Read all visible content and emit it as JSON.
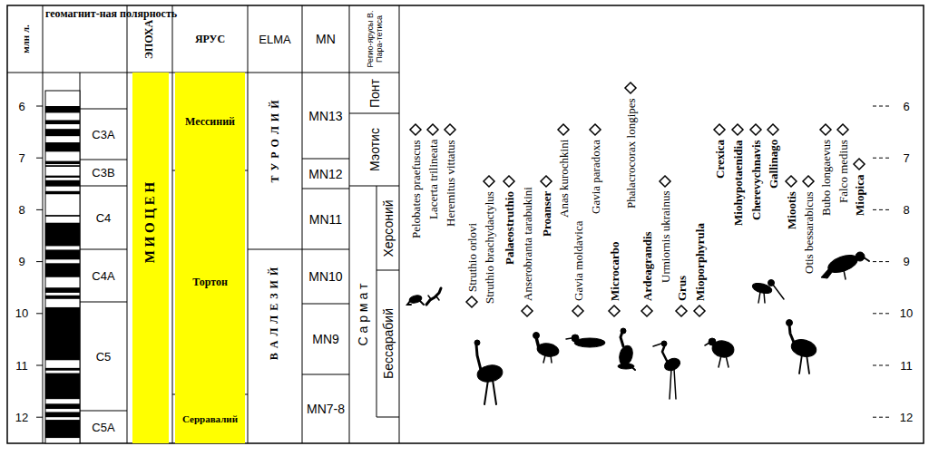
{
  "diagram": {
    "nodes": [
      {
        "text": [
          "М И О Ц Е Н"
        ]
      },
      {
        "text": [
          "Мессиний"
        ]
      },
      {
        "text": [
          "Тортон"
        ]
      },
      {
        "text": [
          "Серравалий"
        ]
      }
    ],
    "labels": [
      "млн л.",
      "геомагнит-ная полярность",
      "ЭПОХА",
      "ЯРУС",
      "ELMA",
      "MN",
      "Регио-ярусы В. Пара-тетиса",
      "6",
      "7",
      "8",
      "9",
      "10",
      "11",
      "12",
      "C3A",
      "C3B",
      "C4",
      "C4A",
      "C5",
      "C5A",
      "Т У Р О Л И Й",
      "В А Л Л Е З И Й",
      "MN13",
      "MN12",
      "MN11",
      "MN10",
      "MN9",
      "MN7-8",
      "Понт",
      "Мэотис",
      "С а р м а т",
      "Херсоний",
      "Бессарабий",
      "Pelobates praefuscus",
      "Lacerta trilineata",
      "Heremitus vittatus",
      "Struthio orlovi",
      "Struthio brachydactylus",
      "Palaeostruthio",
      "Anserobranta tarabukini",
      "Proanser",
      "Anas kurochkini",
      "Gavia moldavica",
      "Gavia paradoxa",
      "Microcarbo",
      "Phalacrocorax longipes",
      "Ardeagrandis",
      "Urmiornis ukrainus",
      "Grus",
      "Mioporphyrula",
      "Crexica",
      "Miohypotaenidia",
      "Cherevychnavis",
      "Gallinago",
      "Miootis",
      "Otis bessarabicus",
      "Bubo longaevus",
      "Falco medius",
      "Miopica",
      "6",
      "7",
      "8",
      "9",
      "10",
      "11",
      "12"
    ]
  }
}
